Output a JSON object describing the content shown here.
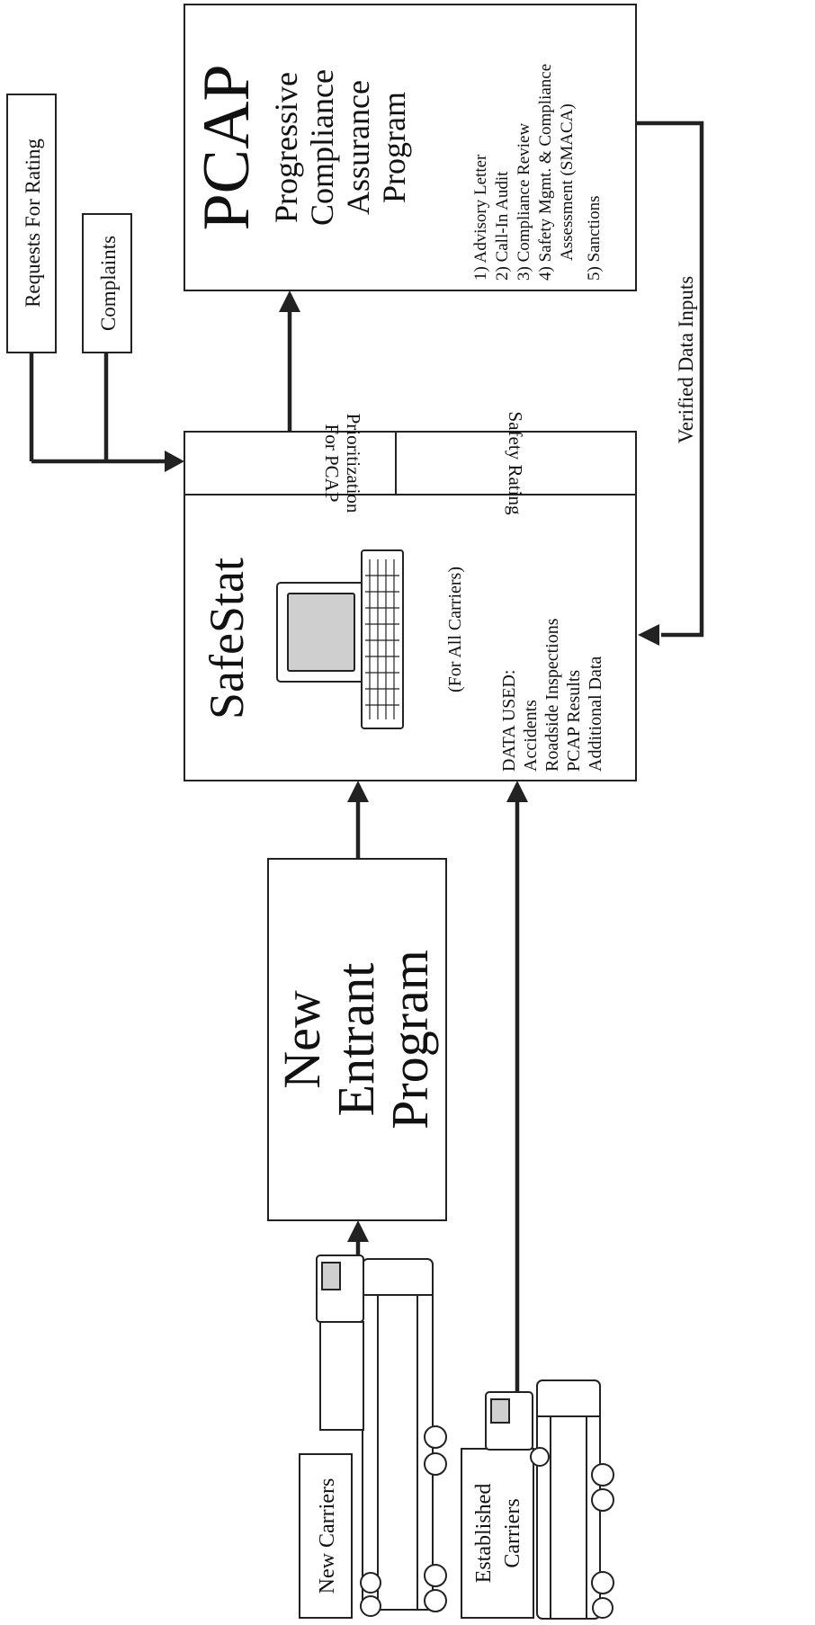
{
  "boxes": {
    "requests_for_rating": "Requests For Rating",
    "complaints": "Complaints",
    "pcap": {
      "acronym": "PCAP",
      "line1": "Progressive",
      "line2": "Compliance",
      "line3": "Assurance",
      "line4": "Program",
      "steps": [
        "1) Advisory Letter",
        "2) Call-In Audit",
        "3) Compliance Review",
        "4) Safety Mgmt. & Compliance",
        "Assessment (SMACA)",
        "5) Sanctions"
      ]
    },
    "prioritization": {
      "line1": "Prioritization",
      "line2": "For PCAP"
    },
    "safety_rating": "Safety Rating",
    "safestat": {
      "title": "SafeStat",
      "scope": "(For All Carriers)",
      "data_heading": "DATA USED:",
      "data_items": [
        "Accidents",
        "Roadside Inspections",
        "PCAP Results",
        "Additional Data"
      ]
    },
    "new_entrant": {
      "line1": "New",
      "line2": "Entrant",
      "line3": "Program"
    },
    "new_carriers": "New Carriers",
    "established_carriers": {
      "line1": "Established",
      "line2": "Carriers"
    }
  },
  "labels": {
    "verified_data_inputs": "Verified Data Inputs"
  }
}
